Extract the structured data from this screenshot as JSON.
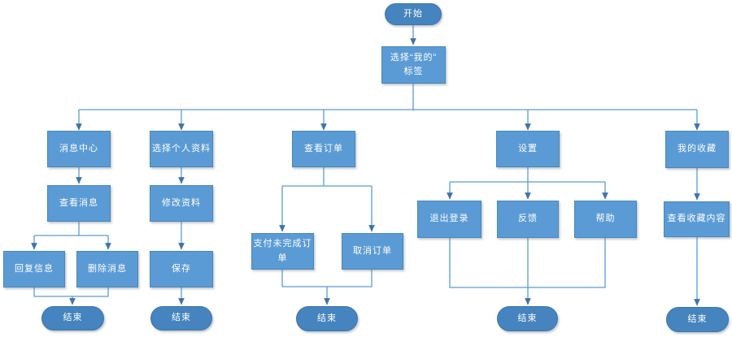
{
  "nodes": {
    "start": {
      "label": "开始"
    },
    "select_my_tab": {
      "label": "选择“我的”\n标签"
    },
    "message_center": {
      "label": "消息中心"
    },
    "select_profile": {
      "label": "选择个人资料"
    },
    "view_orders": {
      "label": "查看订单"
    },
    "settings": {
      "label": "设置"
    },
    "my_favorites": {
      "label": "我的收藏"
    },
    "view_messages": {
      "label": "查看消息"
    },
    "modify_profile": {
      "label": "修改资料"
    },
    "reply_message": {
      "label": "回复信息"
    },
    "delete_message": {
      "label": "删除消息"
    },
    "save": {
      "label": "保存"
    },
    "pay_unfinished_order": {
      "label": "支付未完成订\n单"
    },
    "cancel_order": {
      "label": "取消订单"
    },
    "logout": {
      "label": "退出登录"
    },
    "feedback": {
      "label": "反馈"
    },
    "help": {
      "label": "帮助"
    },
    "view_favorites_content": {
      "label": "查看收藏内容"
    },
    "end": {
      "label": "结束"
    }
  },
  "colors": {
    "process_fill": "#5B9BD5",
    "process_border": "#4A86B8",
    "terminal_fill": "#4584BE",
    "terminal_border": "#3E76A9",
    "line": "#5B9BD5",
    "arrow_fill": "#4173A8",
    "text": "#FFFFFF",
    "background": "#FFFFFF"
  }
}
